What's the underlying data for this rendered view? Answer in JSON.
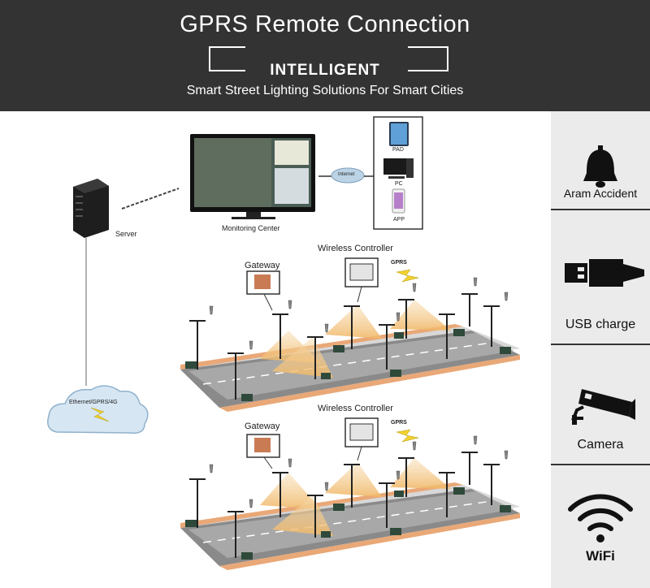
{
  "header": {
    "title": "GPRS Remote Connection",
    "subtitle": "INTELLIGENT",
    "tagline": "Smart Street Lighting Solutions For Smart Cities"
  },
  "diagram": {
    "server_label": "Server",
    "monitoring_label": "Monitoring Center",
    "internet_label": "Internet",
    "devices": [
      "PAD",
      "PC",
      "APP"
    ],
    "cloud_label": "Ethernet/GPRS/4G",
    "top_block": {
      "gateway_label": "Gateway",
      "controller_label": "Wireless Controller",
      "gprs_label": "GPRS"
    },
    "bottom_block": {
      "gateway_label": "Gateway",
      "controller_label": "Wireless Controller",
      "gprs_label": "GPRS"
    }
  },
  "sidebar": {
    "items": [
      {
        "label": "Aram Accident",
        "icon": "bell-icon"
      },
      {
        "label": "USB charge",
        "icon": "usb-icon"
      },
      {
        "label": "Camera",
        "icon": "camera-icon"
      },
      {
        "label": "WiFi",
        "icon": "wifi-icon"
      }
    ]
  },
  "colors": {
    "header_bg": "#333333",
    "sidebar_bg": "#ebebeb",
    "light_beam": "#f3c98a",
    "road": "#8a8a8a",
    "cloud": "#d6e6f2"
  }
}
